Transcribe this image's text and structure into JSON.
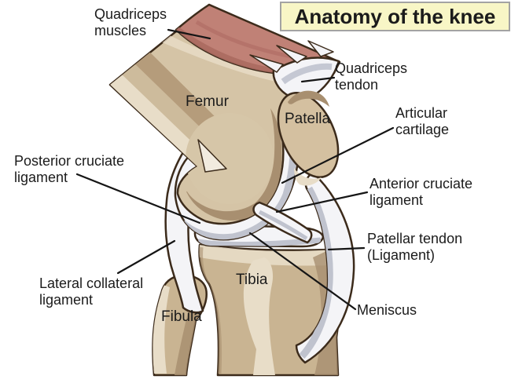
{
  "title": "Anatomy of the knee",
  "labels": {
    "quadriceps_muscles": "Quadriceps\nmuscles",
    "quadriceps_tendon": "Quadriceps\ntendon",
    "femur": "Femur",
    "patella": "Patella",
    "articular_cartilage": "Articular\ncartilage",
    "posterior_cruciate_ligament": "Posterior cruciate\nligament",
    "anterior_cruciate_ligament": "Anterior cruciate\nligament",
    "patellar_tendon": "Patellar tendon\n(Ligament)",
    "lateral_collateral_ligament": "Lateral collateral\nligament",
    "tibia": "Tibia",
    "fibula": "Fibula",
    "meniscus": "Meniscus"
  },
  "colors": {
    "background": "#ffffff",
    "text": "#1b1b1b",
    "title_bg": "#f8f6c6",
    "title_border": "#a3a3a3",
    "outline": "#3c2b1b",
    "muscle": "#c08176",
    "muscle_dark": "#ab6a60",
    "muscle_highlight": "#ca8e83",
    "bone_light": "#d5c4a6",
    "bone_mid": "#c9b492",
    "bone_dark": "#a88f70",
    "bone_highlight": "#e8ddc8",
    "ligament_white": "#f4f4f7",
    "ligament_gray": "#c0c3ce"
  }
}
